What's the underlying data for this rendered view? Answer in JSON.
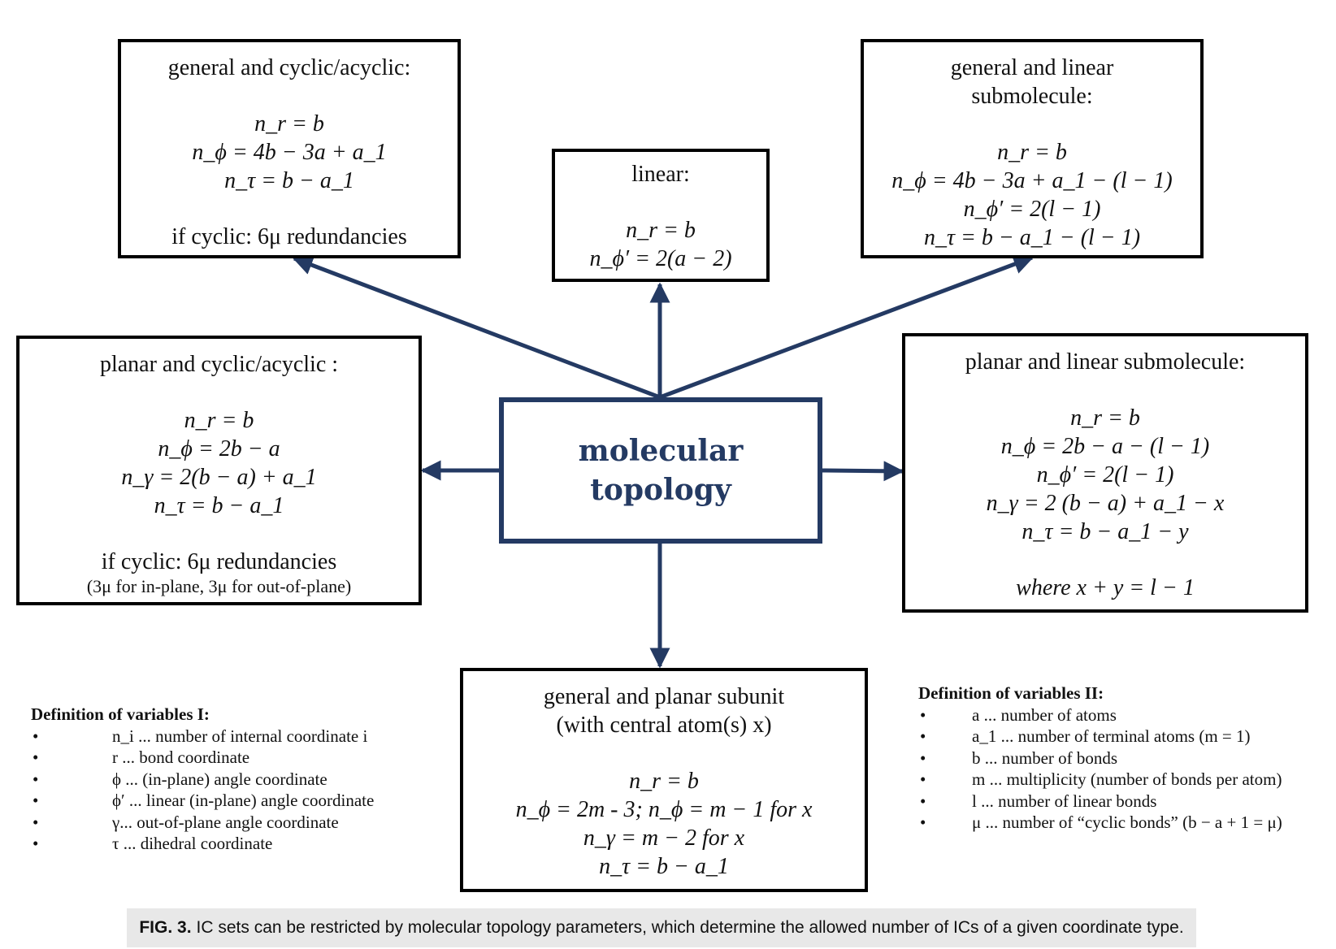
{
  "center": {
    "line1": "molecular",
    "line2": "topology"
  },
  "boxes": {
    "general_cyclic": {
      "title": "general and cyclic/acyclic:",
      "eqs": [
        "n_r = b",
        "n_ϕ = 4b − 3a + a_1",
        "n_τ = b − a_1"
      ],
      "note": "if cyclic: 6μ redundancies"
    },
    "linear": {
      "title": "linear:",
      "eqs": [
        "n_r = b",
        "n_ϕ′ = 2(a − 2)"
      ]
    },
    "general_linear": {
      "title": "general and linear submolecule:",
      "eqs": [
        "n_r = b",
        "n_ϕ = 4b − 3a + a_1 − (l − 1)",
        "n_ϕ′ = 2(l − 1)",
        "n_τ = b − a_1 − (l − 1)"
      ]
    },
    "planar_cyclic": {
      "title": "planar and cyclic/acyclic :",
      "eqs": [
        "n_r = b",
        "n_ϕ = 2b − a",
        "n_γ = 2(b − a) + a_1",
        "n_τ = b − a_1"
      ],
      "note": "if cyclic: 6μ redundancies",
      "note_small": "(3μ for in-plane, 3μ for out-of-plane)"
    },
    "planar_linear": {
      "title": "planar and linear submolecule:",
      "eqs": [
        "n_r = b",
        "n_ϕ = 2b − a − (l − 1)",
        "n_ϕ′ = 2(l − 1)",
        "n_γ = 2 (b − a) + a_1 − x",
        "n_τ = b − a_1 − y"
      ],
      "note": "where x + y = l − 1"
    },
    "general_planar_subunit": {
      "title": "general and planar subunit",
      "subtitle": "(with central atom(s) x)",
      "eqs": [
        "n_r = b",
        "n_ϕ = 2m - 3; n_ϕ = m − 1 for x",
        "n_γ = m − 2 for x",
        "n_τ = b − a_1"
      ]
    }
  },
  "defs_1": {
    "heading": "Definition of variables I:",
    "items": [
      "n_i ... number of internal coordinate i",
      "r ... bond coordinate",
      "ϕ ... (in-plane) angle coordinate",
      "ϕ′ ... linear (in-plane) angle coordinate",
      "γ... out-of-plane angle coordinate",
      "τ ... dihedral coordinate"
    ]
  },
  "defs_2": {
    "heading": "Definition of variables II:",
    "items": [
      "a ... number of atoms",
      "a_1 ... number of terminal atoms (m = 1)",
      "b ... number of bonds",
      "m ... multiplicity (number of bonds per atom)",
      "l ... number of linear bonds",
      "μ ... number of “cyclic bonds” (b − a + 1 = μ)"
    ]
  },
  "caption": {
    "label": "FIG. 3.",
    "text": "IC sets can be restricted by molecular topology parameters, which determine the allowed number of ICs of a given coordinate type."
  },
  "colors": {
    "arrow": "#243a63",
    "center_border": "#243a63",
    "caption_bg": "#e8e8e8"
  }
}
